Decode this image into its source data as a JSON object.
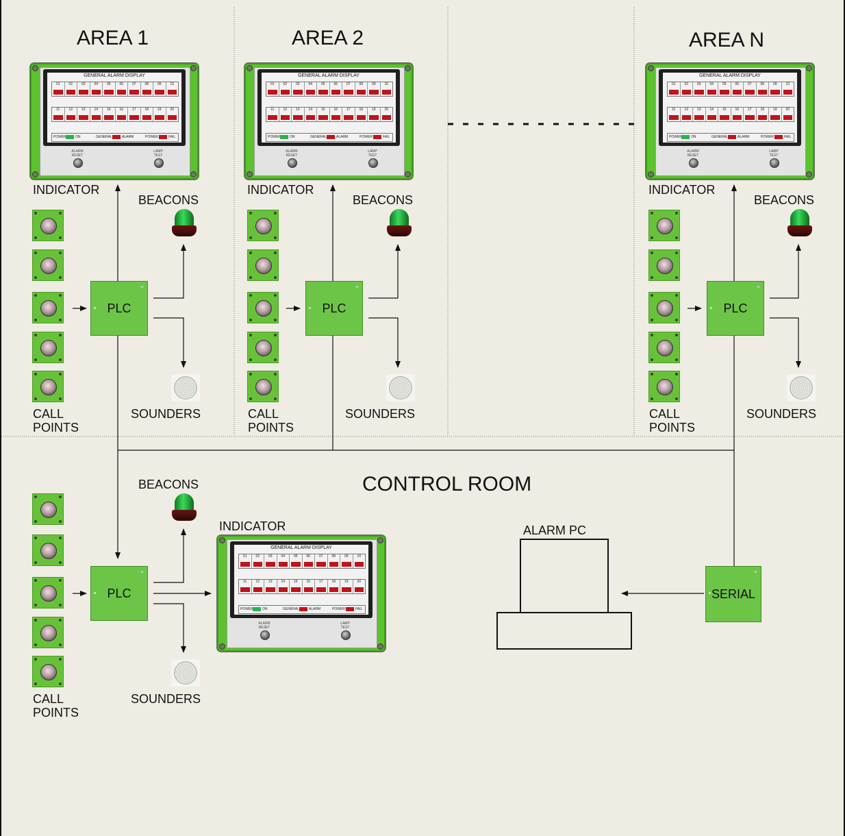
{
  "areas": [
    {
      "title": "AREA 1",
      "indicator": "INDICATOR",
      "beacons": "BEACONS",
      "plc": "PLC",
      "sounders": "SOUNDERS",
      "call_points": "CALL\nPOINTS"
    },
    {
      "title": "AREA 2",
      "indicator": "INDICATOR",
      "beacons": "BEACONS",
      "plc": "PLC",
      "sounders": "SOUNDERS",
      "call_points": "CALL\nPOINTS"
    },
    {
      "title": "AREA N",
      "indicator": "INDICATOR",
      "beacons": "BEACONS",
      "plc": "PLC",
      "sounders": "SOUNDERS",
      "call_points": "CALL\nPOINTS"
    }
  ],
  "control_room": {
    "title": "CONTROL ROOM",
    "beacons": "BEACONS",
    "indicator": "INDICATOR",
    "plc": "PLC",
    "sounders": "SOUNDERS",
    "call_points": "CALL\nPOINTS",
    "alarm_pc": "ALARM PC",
    "serial": "SERIAL"
  },
  "display": {
    "title": "GENERAL ALARM DISPLAY",
    "row1": [
      "01",
      "02",
      "03",
      "04",
      "05",
      "06",
      "07",
      "08",
      "09",
      "10"
    ],
    "row2": [
      "11",
      "12",
      "13",
      "14",
      "15",
      "16",
      "17",
      "18",
      "19",
      "20"
    ],
    "power_label": "POWER",
    "on_label": "ON",
    "general_label": "GENERAL",
    "alarm_label": "ALARM",
    "power2_label": "POWER",
    "fail_label": "FAIL",
    "alarm_reset": "ALARM\nRESET",
    "lamp_test": "LAMP\nTEST"
  }
}
